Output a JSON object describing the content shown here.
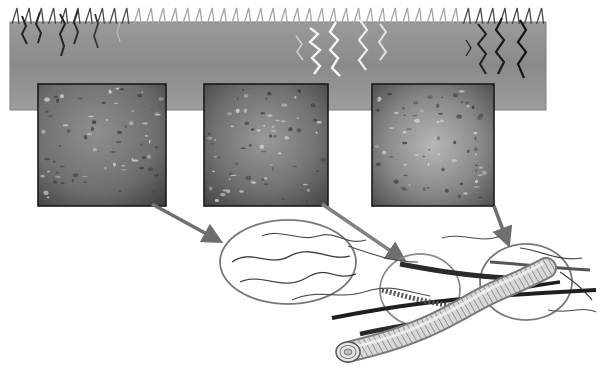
{
  "figure": {
    "panels": [
      {
        "id": "panel-1",
        "stage": 1
      },
      {
        "id": "panel-2",
        "stage": 2
      },
      {
        "id": "panel-3",
        "stage": 3
      }
    ],
    "colors": {
      "band": "#8c8c8c",
      "band_light": "#a3a3a3",
      "panel_border": "#1a1a1a",
      "arrow": "#6e6e6e",
      "ellipse": "#7a7a7a",
      "fiber_dark": "#222222",
      "fiber_mid": "#555555",
      "tube_light": "#e6e6e6",
      "tube_dark": "#8a8a8a"
    }
  }
}
